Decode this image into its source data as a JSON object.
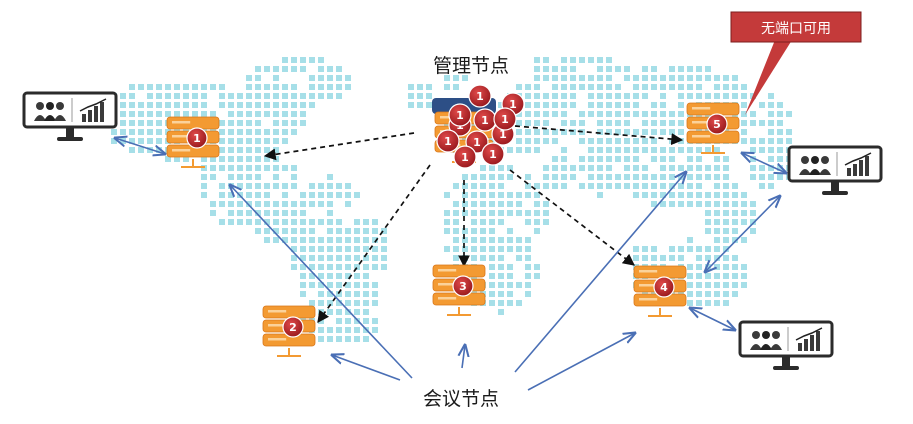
{
  "labels": {
    "management_node": "管理节点",
    "conference_nodes": "会议节点",
    "no_port_callout": "无端口可用"
  },
  "servers": [
    {
      "id": "server-1",
      "badge": "1"
    },
    {
      "id": "server-2",
      "badge": "2"
    },
    {
      "id": "server-3",
      "badge": "3"
    },
    {
      "id": "server-4",
      "badge": "4"
    },
    {
      "id": "server-5",
      "badge": "5"
    }
  ],
  "management_cluster_badges": [
    "1",
    "1",
    "1",
    "1",
    "1",
    "1",
    "1",
    "1",
    "1",
    "1",
    "1"
  ],
  "icons": {
    "server": "server-stack-icon",
    "terminal": "video-conference-monitor-icon",
    "world_map": "dotted-world-map"
  },
  "colors": {
    "map_dots": "#a6dfe8",
    "server_orange": "#f39a32",
    "server_orange_dark": "#d9771a",
    "badge_red": "#c0262b",
    "callout_red": "#c43a3a",
    "connector_blue": "#4a6fb5",
    "arrow_black": "#111111",
    "management_blue": "#2d4f86"
  }
}
